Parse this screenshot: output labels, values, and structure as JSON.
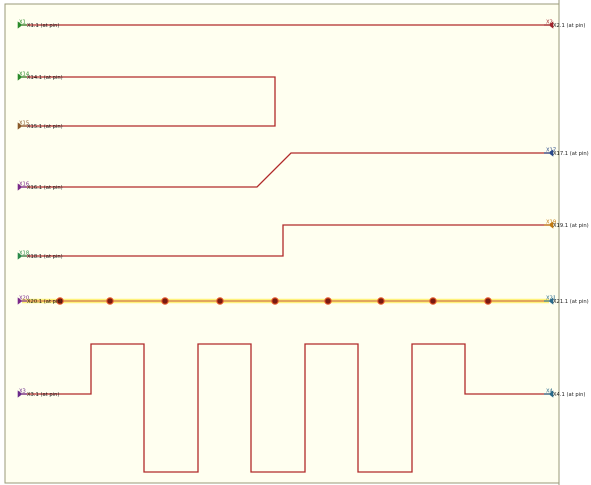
{
  "colors": {
    "background": "#fffff0",
    "border": "#9a9a78",
    "wire": "#b02a2a",
    "highlight": "#fff27a",
    "via_fill": "#7a1a10",
    "via_ring": "#e2562a"
  },
  "connectors": [
    {
      "id": "X1",
      "label": "X1.1 (at pin)",
      "side": "left",
      "icon_color": "#2a8a2a"
    },
    {
      "id": "X2",
      "label": "X2.1 (at pin)",
      "side": "right",
      "icon_color": "#a0252a"
    },
    {
      "id": "X14",
      "label": "X14.1 (at pin)",
      "side": "left",
      "icon_color": "#2a8a2a"
    },
    {
      "id": "X15",
      "label": "X15.1 (at pin)",
      "side": "left",
      "icon_color": "#8a5a2a"
    },
    {
      "id": "X16",
      "label": "X16.1 (at pin)",
      "side": "left",
      "icon_color": "#7a2a8a"
    },
    {
      "id": "X17",
      "label": "X17.1 (at pin)",
      "side": "right",
      "icon_color": "#2a4a8a"
    },
    {
      "id": "X18",
      "label": "X18.1 (at pin)",
      "side": "left",
      "icon_color": "#2a8a4a"
    },
    {
      "id": "X19",
      "label": "X19.1 (at pin)",
      "side": "right",
      "icon_color": "#c07a10"
    },
    {
      "id": "X20",
      "label": "X20.1 (at pin)",
      "side": "left",
      "icon_color": "#7a2a8a"
    },
    {
      "id": "X21",
      "label": "X21.1 (at pin)",
      "side": "right",
      "icon_color": "#2a6a8a"
    },
    {
      "id": "X3",
      "label": "X3.1 (at pin)",
      "side": "left",
      "icon_color": "#6a2a8a"
    },
    {
      "id": "X4",
      "label": "X4.1 (at pin)",
      "side": "right",
      "icon_color": "#2a6a8a"
    }
  ],
  "via_count": 9
}
